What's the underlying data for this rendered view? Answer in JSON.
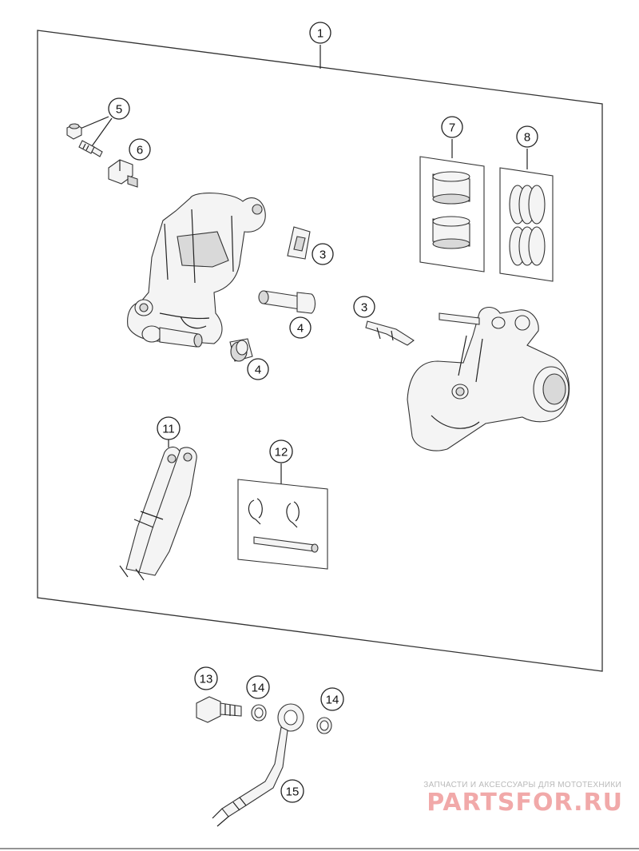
{
  "callouts": [
    {
      "id": "c1",
      "label": "1"
    },
    {
      "id": "c3a",
      "label": "3"
    },
    {
      "id": "c3b",
      "label": "3"
    },
    {
      "id": "c4a",
      "label": "4"
    },
    {
      "id": "c4b",
      "label": "4"
    },
    {
      "id": "c5",
      "label": "5"
    },
    {
      "id": "c6",
      "label": "6"
    },
    {
      "id": "c7",
      "label": "7"
    },
    {
      "id": "c8",
      "label": "8"
    },
    {
      "id": "c11",
      "label": "11"
    },
    {
      "id": "c12",
      "label": "12"
    },
    {
      "id": "c13",
      "label": "13"
    },
    {
      "id": "c14a",
      "label": "14"
    },
    {
      "id": "c14b",
      "label": "14"
    },
    {
      "id": "c15",
      "label": "15"
    }
  ],
  "watermark": {
    "tagline": "ЗАПЧАСТИ И АКСЕССУАРЫ ДЛЯ МОТОТЕХНИКИ",
    "brand": "PARTSFOR.RU"
  }
}
